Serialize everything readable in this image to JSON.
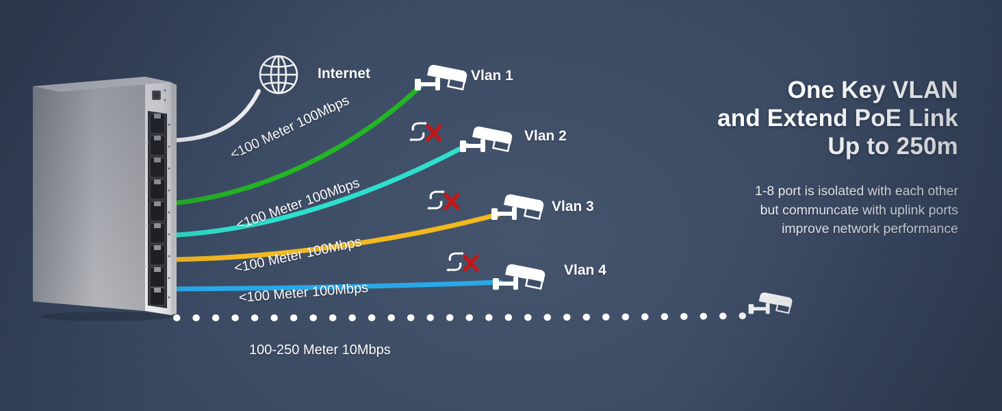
{
  "background": {
    "color_center": "#45546d",
    "color_edge": "#2c3a51"
  },
  "marketing": {
    "headline": [
      "One Key VLAN",
      "and Extend PoE Link",
      "Up to 250m"
    ],
    "subcopy": [
      "1-8 port is isolated with each other",
      "but communcate with uplink ports",
      "improve network performance"
    ]
  },
  "nodes": {
    "internet": {
      "label": "Internet",
      "icon": "globe-icon"
    },
    "switch": {
      "icon": "network-switch-icon",
      "port_count": 9
    },
    "cameras": [
      {
        "id": "vlan1",
        "label": "Vlan 1",
        "icon": "cctv-camera-icon"
      },
      {
        "id": "vlan2",
        "label": "Vlan 2",
        "icon": "cctv-camera-icon"
      },
      {
        "id": "vlan3",
        "label": "Vlan 3",
        "icon": "cctv-camera-icon"
      },
      {
        "id": "vlan4",
        "label": "Vlan 4",
        "icon": "cctv-camera-icon"
      },
      {
        "id": "extended",
        "label": "",
        "icon": "cctv-camera-icon"
      }
    ]
  },
  "links": [
    {
      "id": "uplink-internet",
      "label": "",
      "color": "#ffffff",
      "style": "solid"
    },
    {
      "id": "vlan1-link",
      "label": "<100 Meter  100Mbps",
      "color": "#22b624",
      "style": "solid"
    },
    {
      "id": "vlan2-link",
      "label": "<100 Meter  100Mbps",
      "color": "#2ee0cc",
      "style": "solid"
    },
    {
      "id": "vlan3-link",
      "label": "<100 Meter  100Mbps",
      "color": "#f2b920",
      "style": "solid"
    },
    {
      "id": "vlan4-link",
      "label": "<100 Meter  100Mbps",
      "color": "#29a8e8",
      "style": "solid"
    },
    {
      "id": "extended-link",
      "label": "100-250 Meter   10Mbps",
      "color": "#ffffff",
      "style": "dotted"
    }
  ],
  "isolation_badges": [
    {
      "id": "nocomm-1",
      "icon": "no-communication-icon",
      "mark": "x-mark-icon",
      "mark_color": "#c01818"
    },
    {
      "id": "nocomm-2",
      "icon": "no-communication-icon",
      "mark": "x-mark-icon",
      "mark_color": "#c01818"
    },
    {
      "id": "nocomm-3",
      "icon": "no-communication-icon",
      "mark": "x-mark-icon",
      "mark_color": "#c01818"
    }
  ]
}
